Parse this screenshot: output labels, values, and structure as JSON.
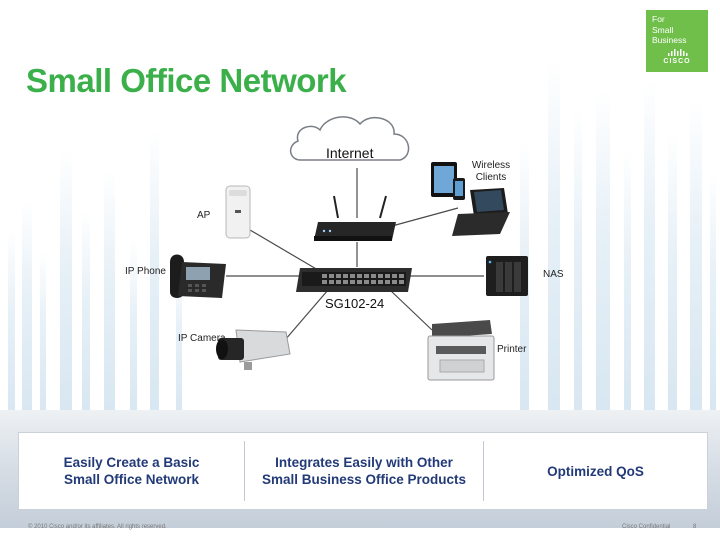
{
  "title": "Small Office Network",
  "badge": {
    "lines": [
      "For",
      "Small",
      "Business"
    ],
    "logo": "CISCO"
  },
  "diagram": {
    "cloud_label": "Internet",
    "switch_label": "SG102-24",
    "devices": {
      "wireless_clients": "Wireless Clients",
      "ap": "AP",
      "ip_phone": "IP Phone",
      "nas": "NAS",
      "ip_camera": "IP Camera",
      "printer": "Printer"
    }
  },
  "benefits": [
    {
      "line1": "Easily Create a Basic",
      "line2": "Small Office Network"
    },
    {
      "line1": "Integrates Easily with Other",
      "line2": "Small Business Office Products"
    },
    {
      "line1": "Optimized QoS",
      "line2": ""
    }
  ],
  "footer": {
    "copyright": "© 2010 Cisco and/or its affiliates. All rights reserved.",
    "confidential": "Cisco Confidential",
    "page_number": "8"
  },
  "colors": {
    "title": "#3bb04a",
    "benefit_text": "#233a78",
    "badge": "#6fbf4a"
  }
}
